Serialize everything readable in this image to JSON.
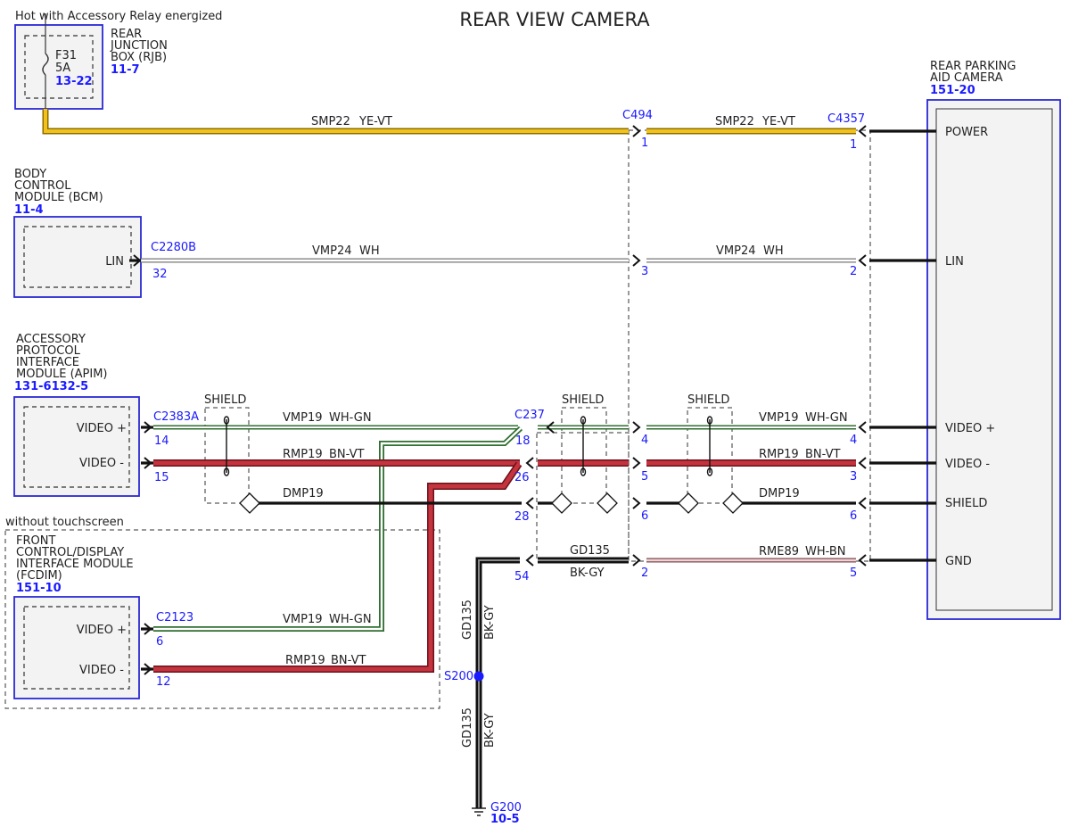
{
  "title": "REAR VIEW CAMERA",
  "modules": {
    "rjb": {
      "condition": "Hot with Accessory Relay energized",
      "name_lines": [
        "REAR",
        "JUNCTION",
        "BOX (RJB)"
      ],
      "ref": "11-7",
      "fuse_lines": [
        "F31",
        "5A"
      ],
      "fuse_ref": "13-22"
    },
    "bcm": {
      "name_lines": [
        "BODY",
        "CONTROL",
        "MODULE (BCM)"
      ],
      "ref": "11-4",
      "pin": "LIN"
    },
    "apim": {
      "name_lines": [
        "ACCESSORY",
        "PROTOCOL",
        "INTERFACE",
        "MODULE (APIM)"
      ],
      "ref": "131-6132-5",
      "pins": [
        "VIDEO +",
        "VIDEO -"
      ]
    },
    "fcdim": {
      "condition": "without touchscreen",
      "name_lines": [
        "FRONT",
        "CONTROL/DISPLAY",
        "INTERFACE MODULE",
        "(FCDIM)"
      ],
      "ref": "151-10",
      "pins": [
        "VIDEO +",
        "VIDEO -"
      ]
    },
    "camera": {
      "name_lines": [
        "REAR PARKING",
        "AID CAMERA"
      ],
      "ref": "151-20",
      "pins": [
        "POWER",
        "LIN",
        "VIDEO +",
        "VIDEO -",
        "SHIELD",
        "GND"
      ]
    }
  },
  "connectors": {
    "c2280b": "C2280B",
    "c2383a": "C2383A",
    "c2123": "C2123",
    "c237": "C237",
    "c494": "C494",
    "c4357": "C4357"
  },
  "pins": {
    "bcm_32": "32",
    "apim_14": "14",
    "apim_15": "15",
    "fcdim_6": "6",
    "fcdim_12": "12",
    "c237_18": "18",
    "c237_26": "26",
    "c237_28": "28",
    "c237_54": "54",
    "c494_1": "1",
    "c494_3": "3",
    "c494_4": "4",
    "c494_5": "5",
    "c494_6": "6",
    "c494_2": "2",
    "c4357_1": "1",
    "c4357_2": "2",
    "c4357_4": "4",
    "c4357_3": "3",
    "c4357_6": "6",
    "c4357_5": "5"
  },
  "wires": {
    "smp22_a": {
      "circuit": "SMP22",
      "color": "YE-VT"
    },
    "smp22_b": {
      "circuit": "SMP22",
      "color": "YE-VT"
    },
    "vmp24_a": {
      "circuit": "VMP24",
      "color": "WH"
    },
    "vmp24_b": {
      "circuit": "VMP24",
      "color": "WH"
    },
    "vmp19_apim": {
      "circuit": "VMP19",
      "color": "WH-GN"
    },
    "rmp19_apim": {
      "circuit": "RMP19",
      "color": "BN-VT"
    },
    "dmp19_apim": {
      "circuit": "DMP19"
    },
    "vmp19_cam": {
      "circuit": "VMP19",
      "color": "WH-GN"
    },
    "rmp19_cam": {
      "circuit": "RMP19",
      "color": "BN-VT"
    },
    "dmp19_cam": {
      "circuit": "DMP19"
    },
    "gd135": {
      "circuit": "GD135",
      "color": "BK-GY"
    },
    "rme89": {
      "circuit": "RME89",
      "color": "WH-BN"
    },
    "vmp19_fcdim": {
      "circuit": "VMP19",
      "color": "WH-GN"
    },
    "rmp19_fcdim": {
      "circuit": "RMP19",
      "color": "BN-VT"
    },
    "gd135_v1": {
      "circuit": "GD135",
      "color": "BK-GY"
    },
    "gd135_v2": {
      "circuit": "GD135",
      "color": "BK-GY"
    }
  },
  "shield_label": "SHIELD",
  "splice": {
    "name": "S200"
  },
  "ground": {
    "name": "G200",
    "ref": "10-5"
  },
  "colors": {
    "module_border": "#2a2ad4",
    "ref_text": "#1a1aff",
    "yellow": "#f2c21b",
    "red": "#c4343f",
    "green": "#3d8a3d",
    "white_wire": "#c8c8c8",
    "pink": "#d99aa0"
  }
}
